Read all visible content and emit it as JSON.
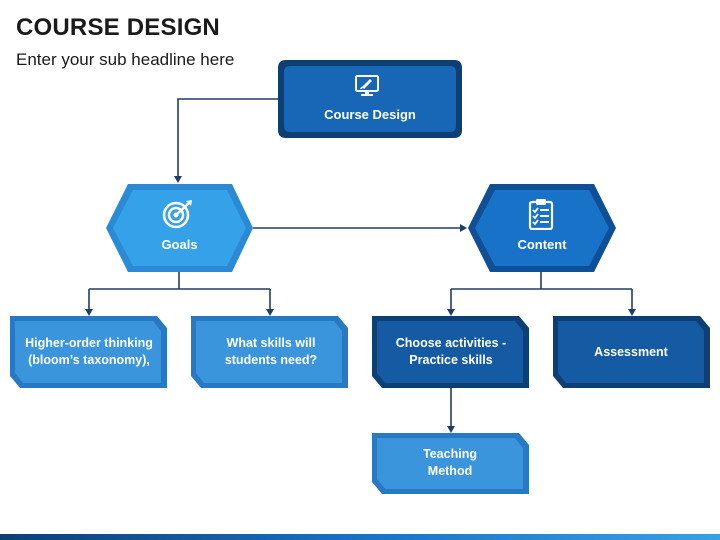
{
  "header": {
    "title": "COURSE DESIGN",
    "subtitle": "Enter your sub headline here"
  },
  "nodes": {
    "root": {
      "label": "Course Design",
      "icon": "monitor-brush-icon"
    },
    "goals": {
      "label": "Goals",
      "icon": "target-arrow-icon"
    },
    "content": {
      "label": "Content",
      "icon": "clipboard-checklist-icon"
    },
    "higher_order": {
      "label": "Higher-order thinking (bloom’s taxonomy),"
    },
    "skills": {
      "label": "What skills will students need?"
    },
    "activities": {
      "label": "Choose activities - Practice skills"
    },
    "assessment": {
      "label": "Assessment"
    },
    "teaching": {
      "label": "Teaching Method"
    }
  },
  "colors": {
    "dark_blue": "#0f4c8a",
    "darker_blue": "#0d3f73",
    "mid_blue": "#1772c8",
    "light_blue": "#2a8ad6",
    "sky_blue": "#35a1e8",
    "connector": "#1f3f66"
  }
}
